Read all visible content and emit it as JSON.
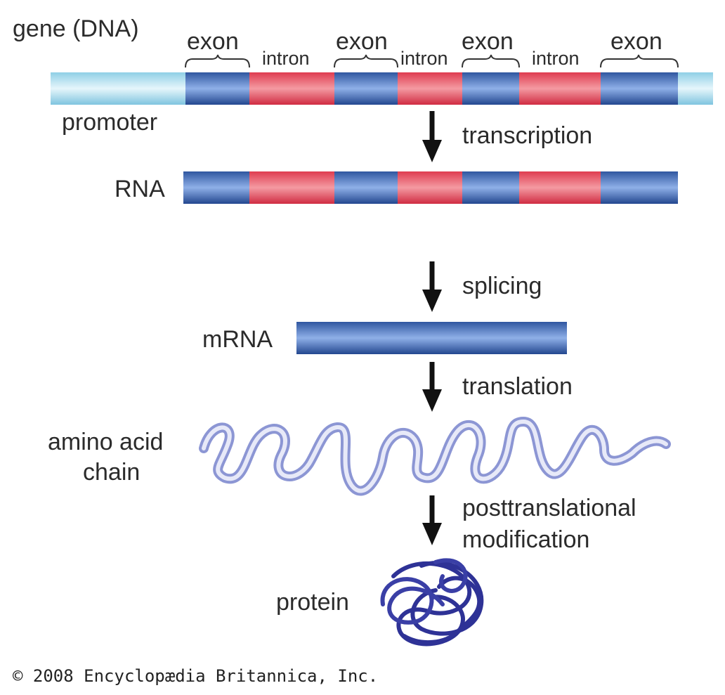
{
  "labels": {
    "gene": "gene (DNA)",
    "promoter": "promoter",
    "rna": "RNA",
    "mrna": "mRNA",
    "amino_acid_chain_line1": "amino acid",
    "amino_acid_chain_line2": "chain",
    "protein": "protein"
  },
  "segments": {
    "exon_labels": [
      "exon",
      "exon",
      "exon",
      "exon"
    ],
    "intron_labels": [
      "intron",
      "intron",
      "intron"
    ]
  },
  "steps": {
    "transcription": "transcription",
    "splicing": "splicing",
    "translation": "translation",
    "posttranslational_line1": "posttranslational",
    "posttranslational_line2": "modification"
  },
  "copyright": "© 2008 Encyclopædia Britannica, Inc.",
  "colors": {
    "exon": "#3a64ad",
    "intron": "#e0485a",
    "promoter": "#9fd6ec",
    "chain": "#9aa4dc",
    "protein": "#3a3fa6",
    "arrow": "#111111"
  }
}
